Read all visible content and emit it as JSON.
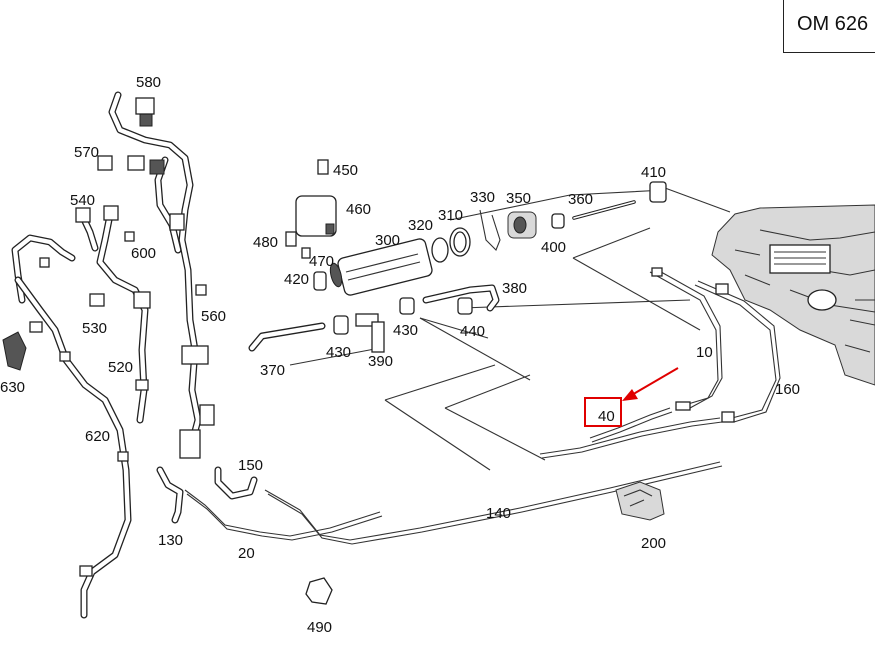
{
  "diagram": {
    "engine_code": "OM 626",
    "highlighted_callout": "40",
    "highlight_color": "#e00000",
    "callouts": [
      "10",
      "20",
      "40",
      "130",
      "140",
      "150",
      "160",
      "200",
      "300",
      "310",
      "320",
      "330",
      "350",
      "360",
      "370",
      "380",
      "390",
      "400",
      "410",
      "420",
      "430",
      "430",
      "440",
      "450",
      "460",
      "470",
      "480",
      "490",
      "520",
      "530",
      "540",
      "560",
      "570",
      "580",
      "600",
      "620",
      "630"
    ]
  }
}
